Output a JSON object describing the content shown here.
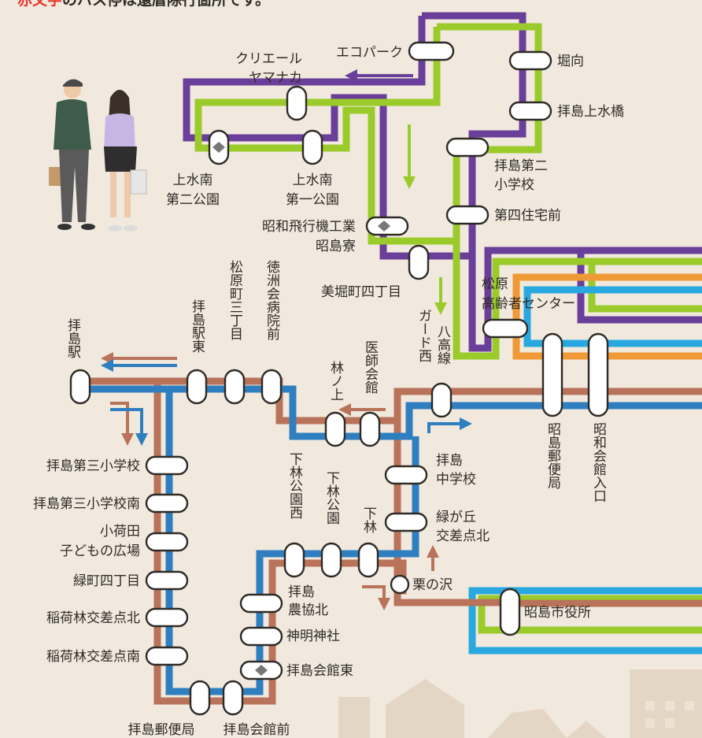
{
  "header_note": {
    "accent": "赤文字",
    "text": "のバス停は還暦除行箇所です。"
  },
  "colors": {
    "purple": "#6a3f99",
    "green": "#9acb2b",
    "brown": "#b8735a",
    "blue": "#2f7fc0",
    "cyan": "#29a8e0",
    "orange": "#ef9a36",
    "background": "#f1e9de",
    "accent_red": "#e8382e"
  },
  "stops": {
    "haijima_station": "拝島駅",
    "haijima_station_east": "拝島駅東",
    "matsubara_3": "松原町三丁目",
    "tokushukai_hospital": "徳洲会病院前",
    "rinnoue": "林ノ上",
    "ishikaikan": "医師会館",
    "guard_west": "ガード西",
    "hachiko_line": "八高線",
    "shoto_post": "昭島郵便局",
    "showa_kaikan": "昭和会館入口",
    "haijima_3rd_school": "拝島第三小学校",
    "haijima_3rd_school_south": "拝島第三小学校南",
    "ogida_1": "小荷田",
    "ogida_2": "子どもの広場",
    "midoricho_4": "緑町四丁目",
    "inaribayashi_north": "稲荷林交差点北",
    "inaribayashi_south": "稲荷林交差点南",
    "haijima_post": "拝島郵便局",
    "haijima_kaikan_mae": "拝島会館前",
    "haijima_kaikan_east": "拝島会館東",
    "shinmei_shrine": "神明神社",
    "nokyo_1": "拝島",
    "nokyo_2": "農協北",
    "shimobayashi_park_west": "下林公園西",
    "shimobayashi_park": "下林公園",
    "shimobayashi": "下林",
    "kurinosawa": "栗の沢",
    "haijima_jhs_1": "拝島",
    "haijima_jhs_2": "中学校",
    "midorigaoka_1": "緑が丘",
    "midorigaoka_2": "交差点北",
    "city_hall": "昭島市役所",
    "mihori_4": "美堀町四丁目",
    "showa_hikoki_1": "昭和飛行機工業",
    "showa_hikoki_2": "昭島寮",
    "daiyon_jutaku": "第四住宅前",
    "haijima_2nd_school_1": "拝島第二",
    "haijima_2nd_school_2": "小学校",
    "haijima_kamisuibashi": "拝島上水橋",
    "horimuki": "堀向",
    "eco_park": "エコパーク",
    "crieru_1": "クリエール",
    "crieru_2": "ヤマナカ",
    "kamisui_minami_2_1": "上水南",
    "kamisui_minami_2_2": "第二公園",
    "kamisui_minami_1_1": "上水南",
    "kamisui_minami_1_2": "第一公園",
    "matsubara_center_1": "松原",
    "matsubara_center_2": "高齢者センター"
  }
}
